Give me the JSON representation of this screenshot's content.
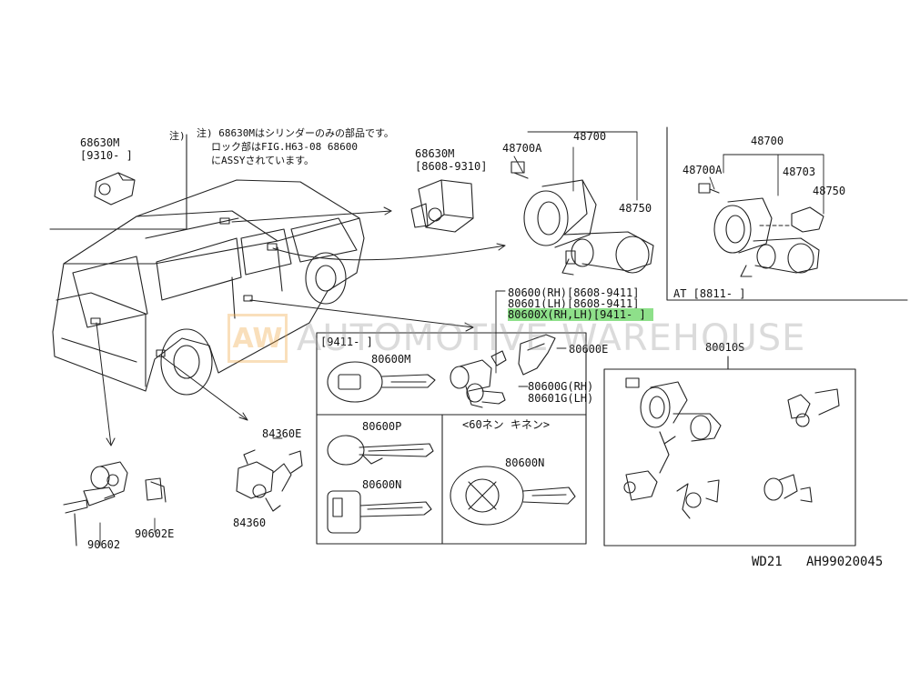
{
  "labels": {
    "p68630M_a": "68630M",
    "p68630M_a_range": "[9310-      ]",
    "note_mark": "注)",
    "note_line1": "注) 68630Mはシリンダーのみの部品です。",
    "note_line2": "ロック部はFIG.H63-08 68600",
    "note_line3": "にASSYされています。",
    "p68630M_b": "68630M",
    "p68630M_b_range": "[8608-9310]",
    "p48700A_a": "48700A",
    "p48700_a": "48700",
    "p48750_a": "48750",
    "p48700_b": "48700",
    "p48700A_b": "48700A",
    "p48703": "48703",
    "p48750_b": "48750",
    "at_range": "AT [8811-      ]",
    "p80600_rh": "80600(RH)[8608-9411]",
    "p80601_lh": "80601(LH)[8608-9411]",
    "p80600X": "80600X(RH,LH)[9411-      ]",
    "box_9411": "[9411-      ]",
    "p80600M": "80600M",
    "p80600E": "80600E",
    "p80600G": "80600G(RH)",
    "p80601G": "80601G(LH)",
    "p80600P": "80600P",
    "p80600N_a": "80600N",
    "p80600N_b": "80600N",
    "box_60": "<60ネン キネン>",
    "p80010S": "80010S",
    "p84360E": "84360E",
    "p84360": "84360",
    "p90602": "90602",
    "p90602E": "90602E"
  },
  "footer": {
    "model": "WD21",
    "ref": "AH99020045"
  },
  "watermark": {
    "logo": "AW",
    "text": "AUTOMOTIVE WAREHOUSE",
    "logo_color": "#f0a640"
  }
}
